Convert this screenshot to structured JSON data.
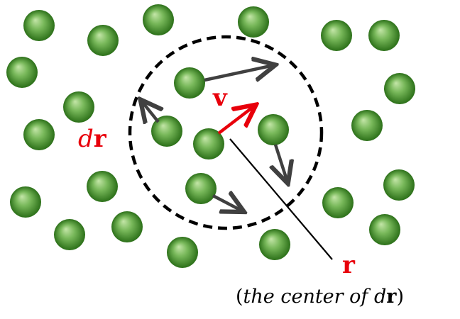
{
  "labels": {
    "dr_d": "d",
    "dr_r": "r",
    "velocity": "v",
    "position": "r",
    "caption_open": "(",
    "caption_text": "the center of ",
    "caption_d": "d",
    "caption_r": "r",
    "caption_close": ")"
  },
  "colors": {
    "accent": "#e8000b",
    "arrow": "#404040",
    "particle_light": "#a8d68a",
    "particle_dark": "#2f7a1c",
    "boundary": "#000000"
  }
}
